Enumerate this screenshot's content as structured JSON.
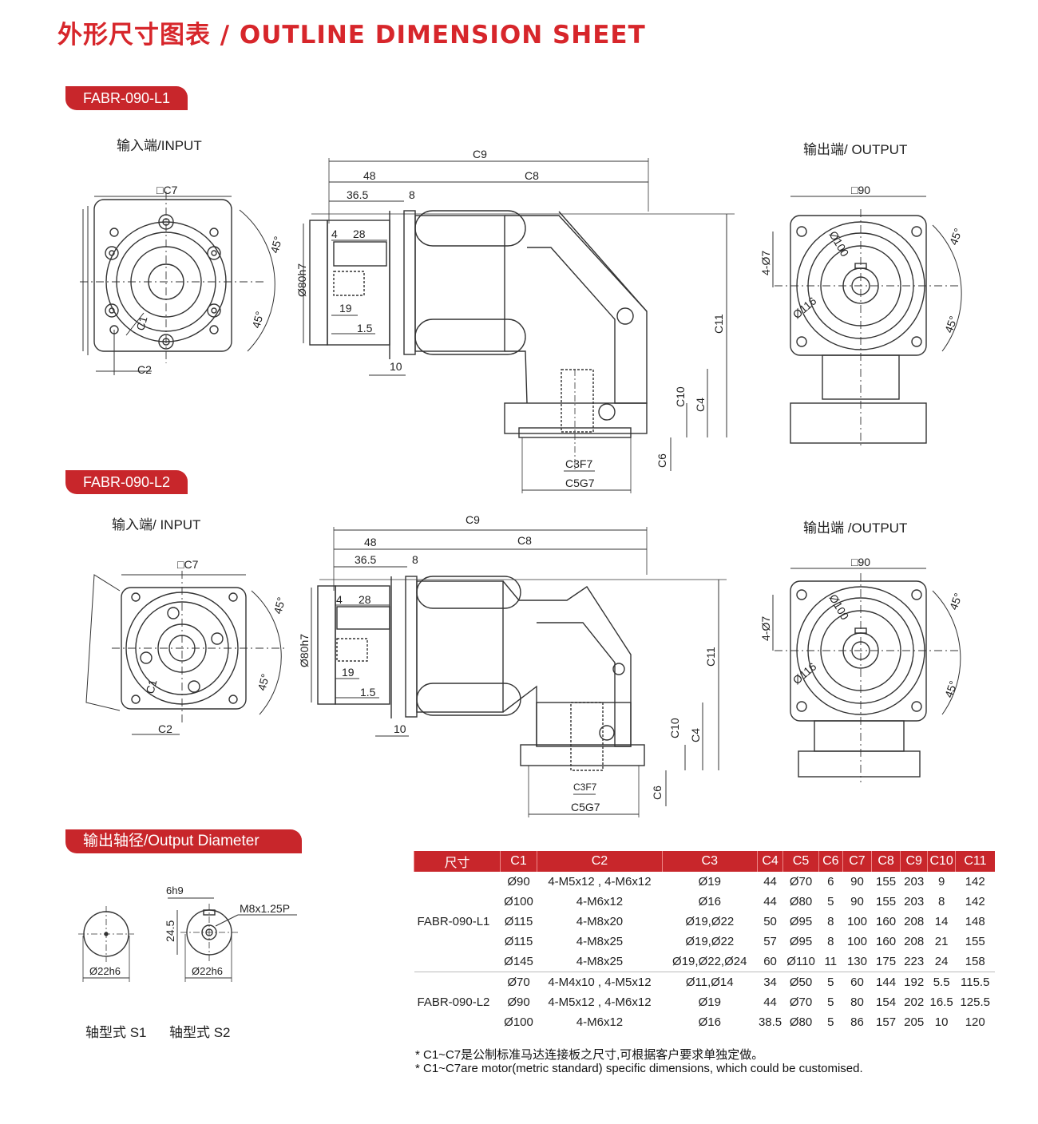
{
  "title": "外形尺寸图表 / OUTLINE DIMENSION SHEET",
  "section_l1": {
    "badge": "FABR-090-L1",
    "input_label": "输入端/INPUT",
    "output_label": "输出端/ OUTPUT",
    "dims": {
      "c7": "□C7",
      "c1": "C1",
      "c2": "C2",
      "a45a": "45°",
      "a45b": "45°",
      "c9": "C9",
      "c8": "C8",
      "d48": "48",
      "d365": "36.5",
      "d8": "8",
      "d4": "4",
      "d28": "28",
      "d80h7": "Ø80h7",
      "d19": "19",
      "d15": "1.5",
      "d10": "10",
      "c11": "C11",
      "c10": "C10",
      "c4": "C4",
      "c6": "C6",
      "c3": "C3F7",
      "c5": "C5G7",
      "sq90": "□90",
      "d100": "Ø100",
      "d116": "Ø116",
      "holes": "4-Ø7",
      "o45a": "45°",
      "o45b": "45°"
    }
  },
  "section_l2": {
    "badge": "FABR-090-L2",
    "input_label": "输入端/ INPUT",
    "output_label": "输出端 /OUTPUT",
    "dims": {
      "c7": "□C7",
      "c1": "C1",
      "c2": "C2",
      "a45a": "45°",
      "a45b": "45°",
      "c9": "C9",
      "c8": "C8",
      "d48": "48",
      "d365": "36.5",
      "d8": "8",
      "d4": "4",
      "d28": "28",
      "d80h7": "Ø80h7",
      "d19": "19",
      "d15": "1.5",
      "d10": "10",
      "c11": "C11",
      "c10": "C10",
      "c4": "C4",
      "c6": "C6",
      "c3": "C3F7",
      "c5": "C5G7",
      "sq90": "□90",
      "d100": "Ø100",
      "d116": "Ø116",
      "holes": "4-Ø7",
      "o45a": "45°",
      "o45b": "45°"
    }
  },
  "output_diameter": {
    "badge": "输出轴径/Output Diameter",
    "key_width": "6h9",
    "key_height": "24.5",
    "thread": "M8x1.25P",
    "s1_dia": "Ø22h6",
    "s2_dia": "Ø22h6",
    "s1_label": "轴型式 S1",
    "s2_label": "轴型式 S2"
  },
  "table": {
    "headers": [
      "尺寸",
      "C1",
      "C2",
      "C3",
      "C4",
      "C5",
      "C6",
      "C7",
      "C8",
      "C9",
      "C10",
      "C11"
    ],
    "groups": [
      {
        "model": "FABR-090-L1",
        "rows": [
          [
            "Ø90",
            "4-M5x12 , 4-M6x12",
            "Ø19",
            "44",
            "Ø70",
            "6",
            "90",
            "155",
            "203",
            "9",
            "142"
          ],
          [
            "Ø100",
            "4-M6x12",
            "Ø16",
            "44",
            "Ø80",
            "5",
            "90",
            "155",
            "203",
            "8",
            "142"
          ],
          [
            "Ø115",
            "4-M8x20",
            "Ø19,Ø22",
            "50",
            "Ø95",
            "8",
            "100",
            "160",
            "208",
            "14",
            "148"
          ],
          [
            "Ø115",
            "4-M8x25",
            "Ø19,Ø22",
            "57",
            "Ø95",
            "8",
            "100",
            "160",
            "208",
            "21",
            "155"
          ],
          [
            "Ø145",
            "4-M8x25",
            "Ø19,Ø22,Ø24",
            "60",
            "Ø110",
            "11",
            "130",
            "175",
            "223",
            "24",
            "158"
          ]
        ]
      },
      {
        "model": "FABR-090-L2",
        "rows": [
          [
            "Ø70",
            "4-M4x10 , 4-M5x12",
            "Ø11,Ø14",
            "34",
            "Ø50",
            "5",
            "60",
            "144",
            "192",
            "5.5",
            "115.5"
          ],
          [
            "Ø90",
            "4-M5x12 , 4-M6x12",
            "Ø19",
            "44",
            "Ø70",
            "5",
            "80",
            "154",
            "202",
            "16.5",
            "125.5"
          ],
          [
            "Ø100",
            "4-M6x12",
            "Ø16",
            "38.5",
            "Ø80",
            "5",
            "86",
            "157",
            "205",
            "10",
            "120"
          ]
        ]
      }
    ]
  },
  "notes": [
    "* C1~C7是公制标准马达连接板之尺寸,可根据客户要求单独定做。",
    "* C1~C7are motor(metric standard)  specific dimensions, which could be customised."
  ]
}
